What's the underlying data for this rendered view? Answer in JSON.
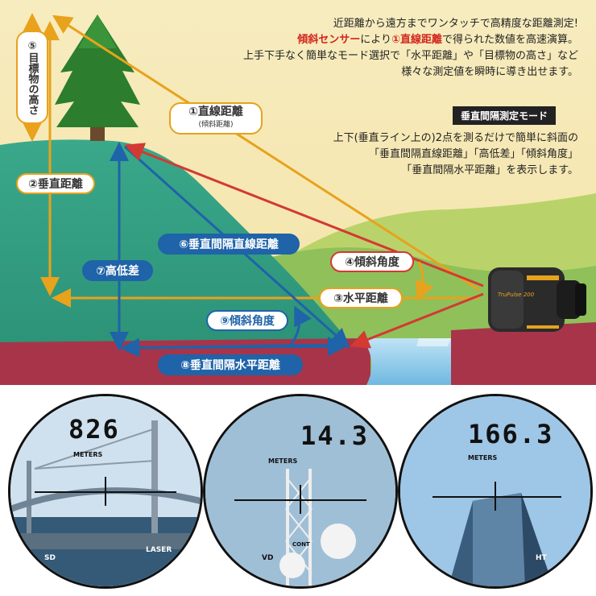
{
  "description": {
    "line1": "近距離から遠方までワンタッチで高精度な距離測定!",
    "line2_prefix": "",
    "line2_hl1": "傾斜センサー",
    "line2_mid": "により",
    "line2_hl2": "①直線距離",
    "line2_suffix": "で得られた数値を高速演算。",
    "line3": "上手下手なく簡単なモード選択で「水平距離」や「目標物の高さ」など",
    "line4": "様々な測定値を瞬時に導き出せます。"
  },
  "mode": {
    "title": "垂直間隔測定モード",
    "line1": "上下(垂直ライン上の)2点を測るだけで簡単に斜面の",
    "line2": "「垂直間隔直線距離」「高低差」「傾斜角度」",
    "line3": "「垂直間隔水平距離」を表示します。"
  },
  "labels": {
    "target_height": "⑤目標物の高さ",
    "direct_distance": "①直線距離",
    "direct_distance_sub": "(傾斜距離)",
    "vertical_distance": "②垂直距離",
    "vi_direct": "⑥垂直間隔直線距離",
    "height_diff": "⑦高低差",
    "incline_angle": "④傾斜角度",
    "horizontal_distance": "③水平距離",
    "vi_angle": "⑨傾斜角度",
    "vi_horizontal": "⑧垂直間隔水平距離"
  },
  "device": {
    "brand": "TruPulse 200"
  },
  "scopes": [
    {
      "reading": "826",
      "unit": "METERS",
      "mode_left": "SD",
      "mode_right": "LASER"
    },
    {
      "reading": "14.3",
      "unit": "METERS",
      "mode_left": "VD",
      "mode_right": "CONT"
    },
    {
      "reading": "166.3",
      "unit": "METERS",
      "mode_left": "HT",
      "mode_right": ""
    }
  ],
  "colors": {
    "yellow": "#e8a21b",
    "blue": "#1f63a8",
    "red": "#d23a32",
    "sky": "#f6e9b5",
    "hill": "#2f9c80",
    "ground": "#a8344a"
  }
}
